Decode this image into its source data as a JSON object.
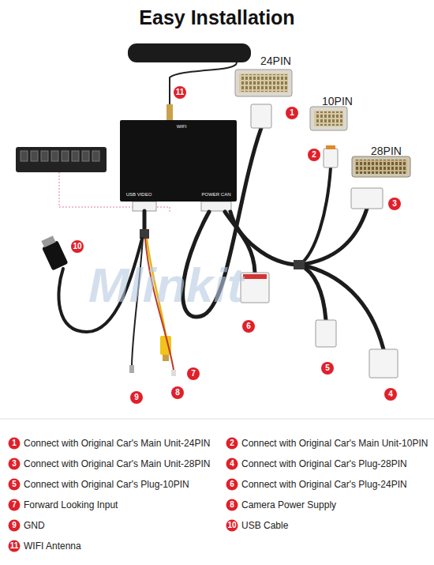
{
  "diagram": {
    "title": "Easy Installation",
    "nodes": [
      {
        "text": [
          "WIFI",
          "USB VIDEO",
          "POWER CAN"
        ]
      }
    ],
    "labels": [
      "24PIN",
      "10PIN",
      "28PIN",
      "Mlinkit",
      "11",
      "1",
      "2",
      "3",
      "10",
      "6",
      "5",
      "7",
      "8",
      "4",
      "9",
      "1",
      "Connect with Original Car's Main Unit-24PIN",
      "2",
      "Connect with Original Car's Main Unit-10PIN",
      "3",
      "Connect with Original Car's Main Unit-28PIN",
      "4",
      "Connect with Original Car's Plug-28PIN",
      "5",
      "Connect with Original Car's Plug-10PIN",
      "6",
      "Connect with Original Car's Plug-24PIN",
      "7",
      "Forward Looking Input",
      "8",
      "Camera Power Supply",
      "9",
      "GND",
      "10",
      "USB Cable",
      "11",
      "WIFI Antenna"
    ]
  }
}
